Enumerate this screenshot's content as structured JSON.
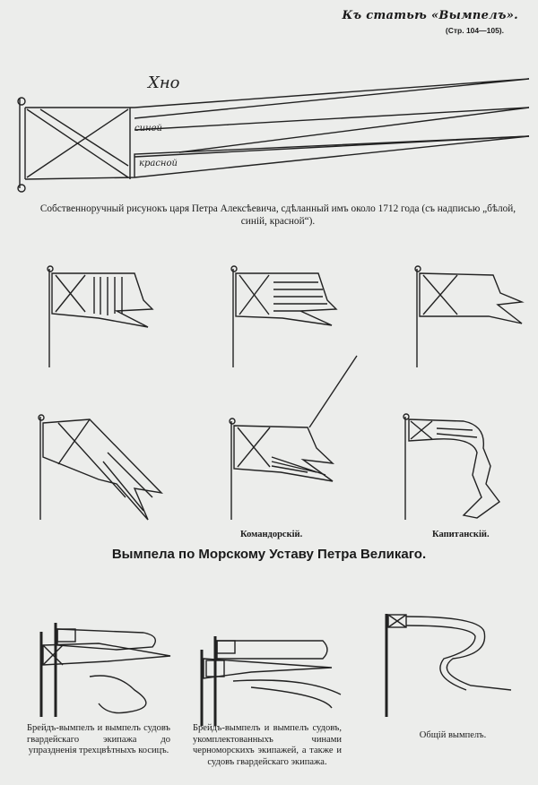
{
  "header": {
    "article_ref": "Къ статьѣ «Вымпелъ».",
    "pages": "(Стр. 104—105)."
  },
  "top_figure": {
    "handwriting": [
      "Хно",
      "синей",
      "красной"
    ],
    "caption": "Собственноручный рисунокъ царя Петра Алексѣевича, сдѣланный имъ около 1712 года (съ надписью „бѣлой, синій, красной“)."
  },
  "middle_figures": {
    "labels": {
      "commander": "Командорскій.",
      "captain": "Капитанскій."
    }
  },
  "section_title": "Вымпела по Морскому Уставу Петра Великаго.",
  "bottom_figures": [
    {
      "caption": "Брейдъ-вымпелъ и вымпелъ судовъ гвардейскаго экипажа до упраздненія трехцвѣтныхъ косицъ."
    },
    {
      "caption": "Брейдъ-вымпелъ и вымпелъ судовъ, укомплектованныхъ чинами черноморскихъ экипажей, а также и судовъ гвардейскаго экипажа."
    },
    {
      "caption": "Общій вымпелъ."
    }
  ]
}
